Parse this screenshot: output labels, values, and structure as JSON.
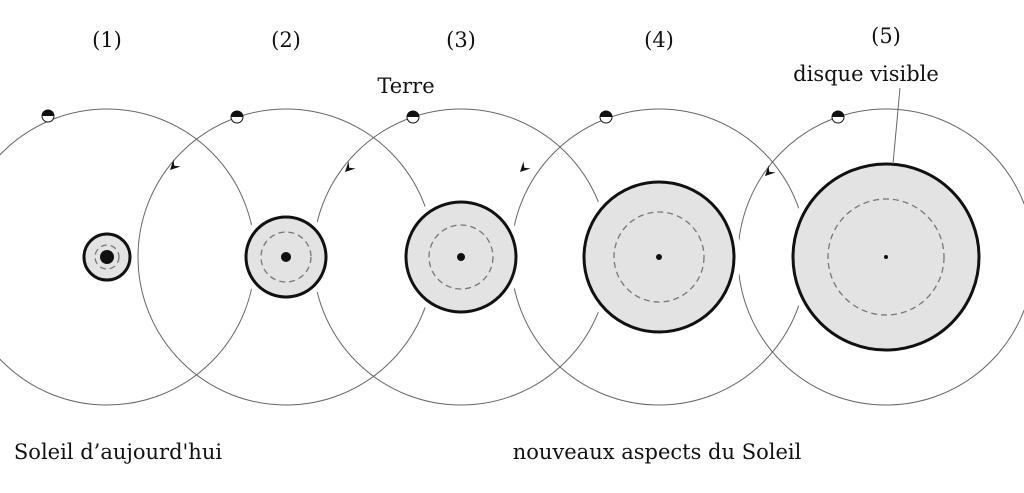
{
  "stages": [
    {
      "label": "(1)",
      "sun_radius": 23,
      "core_radius": 12,
      "dot_radius": 7
    },
    {
      "label": "(2)",
      "sun_radius": 40,
      "core_radius": 25,
      "dot_radius": 5
    },
    {
      "label": "(3)",
      "sun_radius": 55,
      "core_radius": 32,
      "dot_radius": 4
    },
    {
      "label": "(4)",
      "sun_radius": 75,
      "core_radius": 45,
      "dot_radius": 3
    },
    {
      "label": "(5)",
      "sun_radius": 93,
      "core_radius": 58,
      "dot_radius": 2
    }
  ],
  "labels": {
    "earth": "Terre",
    "visible_disk": "disque visible",
    "today_sun": "Soleil d’aujourd'hui",
    "new_aspects": "nouveaux aspects du Soleil"
  },
  "colors": {
    "sun_fill": "#e3e3e3",
    "line": "#111111",
    "orbit": "#666666",
    "dash": "#777777"
  }
}
